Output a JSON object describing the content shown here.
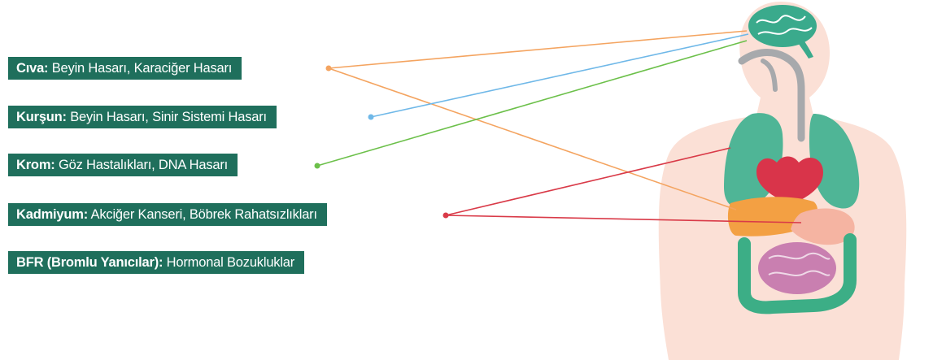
{
  "items": [
    {
      "element": "Cıva:",
      "effects": " Beyin Hasarı, Karaciğer Hasarı",
      "line_color": "#f4a460"
    },
    {
      "element": "Kurşun:",
      "effects": " Beyin Hasarı, Sinir Sistemi Hasarı",
      "line_color": "#6fb8e8"
    },
    {
      "element": "Krom:",
      "effects": " Göz Hastalıkları, DNA Hasarı",
      "line_color": "#6cc04a"
    },
    {
      "element": "Kadmiyum:",
      "effects": " Akciğer Kanseri, Böbrek Rahatsızlıkları",
      "line_color": "#d93a48"
    },
    {
      "element": "BFR (Bromlu Yanıcılar):",
      "effects": " Hormonal Bozukluklar",
      "line_color": null
    }
  ],
  "colors": {
    "label_bg": "#1f6f5c",
    "body_silhouette": "#fbe0d6",
    "brain": "#3aaa8c",
    "lungs": "#4fb596",
    "heart": "#d9344a",
    "liver": "#f3a043",
    "stomach": "#f5b4a2",
    "intestine_large": "#3cae86",
    "intestine_small": "#c97fb0",
    "trachea": "#a7a9ac"
  }
}
